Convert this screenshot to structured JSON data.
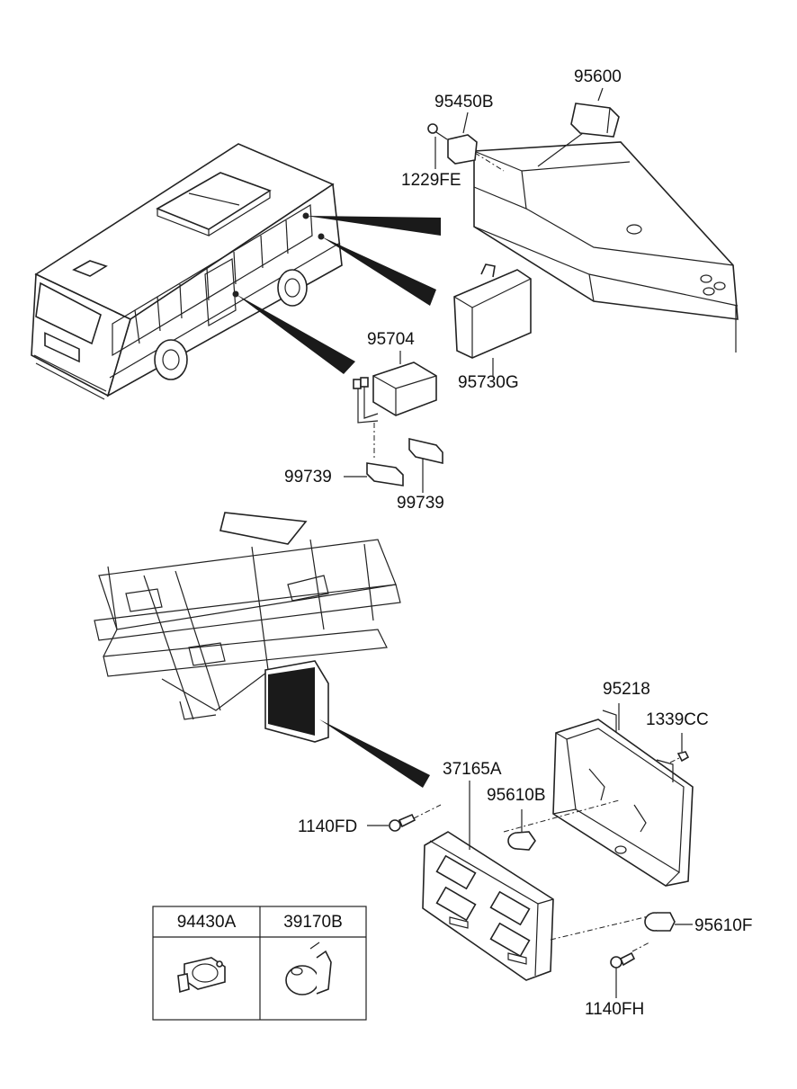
{
  "parts": {
    "p95600": "95600",
    "p95450B": "95450B",
    "p1229FE": "1229FE",
    "p95704": "95704",
    "p95730G": "95730G",
    "p99739a": "99739",
    "p99739b": "99739",
    "p95218": "95218",
    "p1339CC": "1339CC",
    "p37165A": "37165A",
    "p95610B": "95610B",
    "p1140FD": "1140FD",
    "p95610F": "95610F",
    "p1140FH": "1140FH"
  },
  "table": {
    "col1": "94430A",
    "col2": "39170B"
  }
}
